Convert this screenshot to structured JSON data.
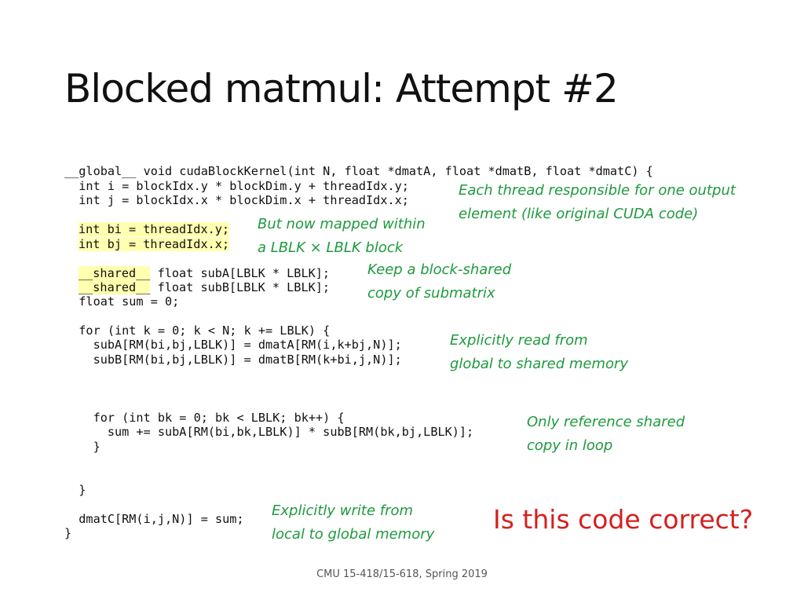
{
  "slide": {
    "title": "Blocked matmul: Attempt #2",
    "footer": "CMU 15-418/15-618, Spring 2019",
    "question": "Is this code correct?"
  },
  "code": {
    "l01": "__global__ void cudaBlockKernel(int N, float *dmatA, float *dmatB, float *dmatC) {",
    "l02": "  int i = blockIdx.y * blockDim.y + threadIdx.y;",
    "l03": "  int j = blockIdx.x * blockDim.x + threadIdx.x;",
    "l04": "int bi = threadIdx.y;",
    "l05": "int bj = threadIdx.x;",
    "l06_kw": "__shared__",
    "l06_rest": " float subA[LBLK * LBLK];",
    "l07_kw": "__shared__",
    "l07_rest": " float subB[LBLK * LBLK];",
    "l08": "  float sum = 0;",
    "l09": "  for (int k = 0; k < N; k += LBLK) {",
    "l10": "    subA[RM(bi,bj,LBLK)] = dmatA[RM(i,k+bj,N)];",
    "l11": "    subB[RM(bi,bj,LBLK)] = dmatB[RM(k+bi,j,N)];",
    "l12": "    for (int bk = 0; bk < LBLK; bk++) {",
    "l13": "      sum += subA[RM(bi,bk,LBLK)] * subB[RM(bk,bj,LBLK)];",
    "l14": "    }",
    "l15": "  }",
    "l16": "  dmatC[RM(i,j,N)] = sum;",
    "l17": "}"
  },
  "notes": {
    "n1": [
      "Each thread responsible for one output",
      "element (like original CUDA code)"
    ],
    "n2": [
      "But now mapped within",
      "a LBLK × LBLK block"
    ],
    "n3": [
      "Keep a block-shared",
      "copy of submatrix"
    ],
    "n4": [
      "Explicitly read from",
      "global to shared memory"
    ],
    "n5": [
      "Only reference shared",
      "copy in loop"
    ],
    "n6": [
      "Explicitly write from",
      "local to global memory"
    ]
  },
  "colors": {
    "annotation": "#1e9a3e",
    "question": "#d42020",
    "highlight": "#ffffb0"
  }
}
